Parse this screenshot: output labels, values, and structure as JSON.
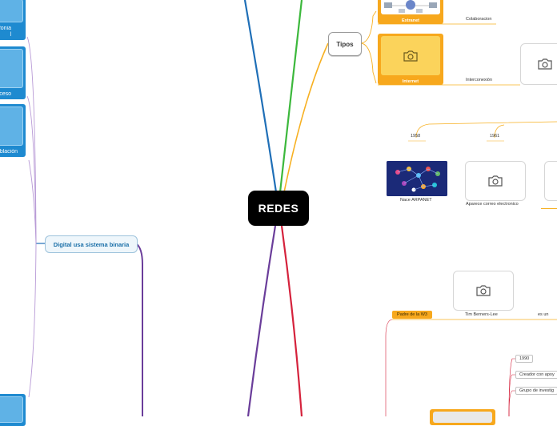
{
  "center": {
    "label": "REDES"
  },
  "left_cards": [
    {
      "label": "fonia\nl"
    },
    {
      "label": "cceso"
    },
    {
      "label": "ablación"
    }
  ],
  "digital": {
    "label": "Digital usa sistema binaria"
  },
  "tipos": {
    "label": "Tipos"
  },
  "extranet": {
    "label": "Extranet",
    "note": "Colaboracion"
  },
  "internet": {
    "label": "Internet",
    "note": "Interconexión"
  },
  "timeline": [
    {
      "year": "1958",
      "caption": "Nace ARPANET"
    },
    {
      "year": "1961",
      "caption": "Aparece correo electronico"
    }
  ],
  "w3": {
    "padre": "Padre de la W3",
    "person": "Tim Berners-Lee",
    "es_un": "es un",
    "items": [
      "1990",
      "Creador con apoy",
      "Grupo de investig"
    ]
  },
  "colors": {
    "blue_branch": "#1f6fb7",
    "green_branch": "#3cb83c",
    "orange_branch": "#f7b021",
    "purple_branch": "#6a3d9a",
    "red_branch": "#d5223c",
    "lavender_line": "#b89ad6",
    "card_blue": "#1e8ad0",
    "card_orange": "#f7a81d"
  }
}
